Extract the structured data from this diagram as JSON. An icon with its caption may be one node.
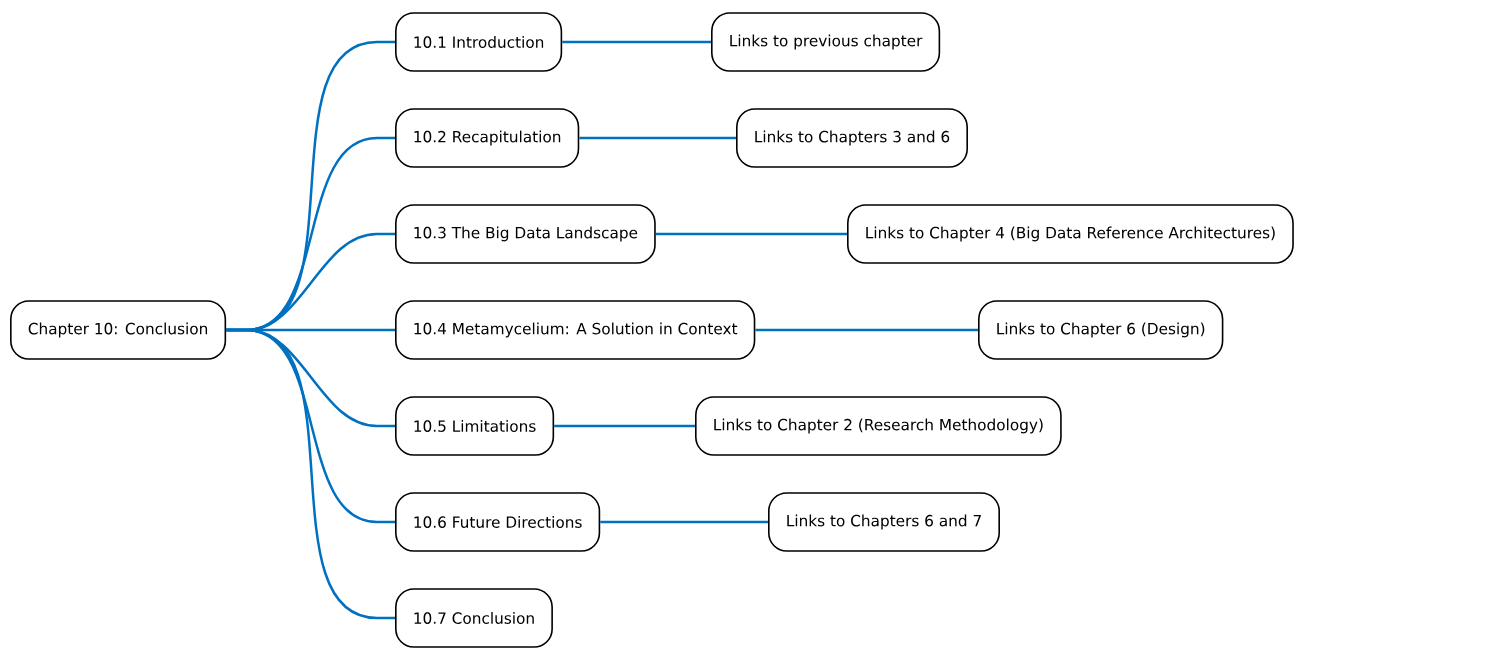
{
  "diagram": {
    "nodes": [
      {
        "text": [
          "Chapter 10: Conclusion"
        ]
      },
      {
        "text": [
          "10.1 Introduction"
        ]
      },
      {
        "text": [
          "10.2 Recapitulation"
        ]
      },
      {
        "text": [
          "10.3 The Big Data Landscape"
        ]
      },
      {
        "text": [
          "10.4 Metamycelium: A Solution in Context"
        ]
      },
      {
        "text": [
          "10.5 Limitations"
        ]
      },
      {
        "text": [
          "10.6 Future Directions"
        ]
      },
      {
        "text": [
          "10.7 Conclusion"
        ]
      },
      {
        "text": [
          "Links to previous chapter"
        ]
      },
      {
        "text": [
          "Links to Chapters 3 and 6"
        ]
      },
      {
        "text": [
          "Links to Chapter 4 (Big Data Reference Architectures)"
        ]
      },
      {
        "text": [
          "Links to Chapter 6 (Design)"
        ]
      },
      {
        "text": [
          "Links to Chapter 2 (Research Methodology)"
        ]
      },
      {
        "text": [
          "Links to Chapters 6 and 7"
        ]
      }
    ],
    "edges": [
      {
        "from": 0,
        "to": 1,
        "arrow": "none"
      },
      {
        "from": 0,
        "to": 2,
        "arrow": "none"
      },
      {
        "from": 0,
        "to": 3,
        "arrow": "none"
      },
      {
        "from": 0,
        "to": 4,
        "arrow": "none"
      },
      {
        "from": 0,
        "to": 5,
        "arrow": "none"
      },
      {
        "from": 0,
        "to": 6,
        "arrow": "none"
      },
      {
        "from": 0,
        "to": 7,
        "arrow": "none"
      },
      {
        "from": 1,
        "to": 8,
        "arrow": "none"
      },
      {
        "from": 2,
        "to": 9,
        "arrow": "none"
      },
      {
        "from": 3,
        "to": 10,
        "arrow": "none"
      },
      {
        "from": 4,
        "to": 11,
        "arrow": "none"
      },
      {
        "from": 5,
        "to": 12,
        "arrow": "none"
      },
      {
        "from": 6,
        "to": 13,
        "arrow": "none"
      }
    ]
  }
}
